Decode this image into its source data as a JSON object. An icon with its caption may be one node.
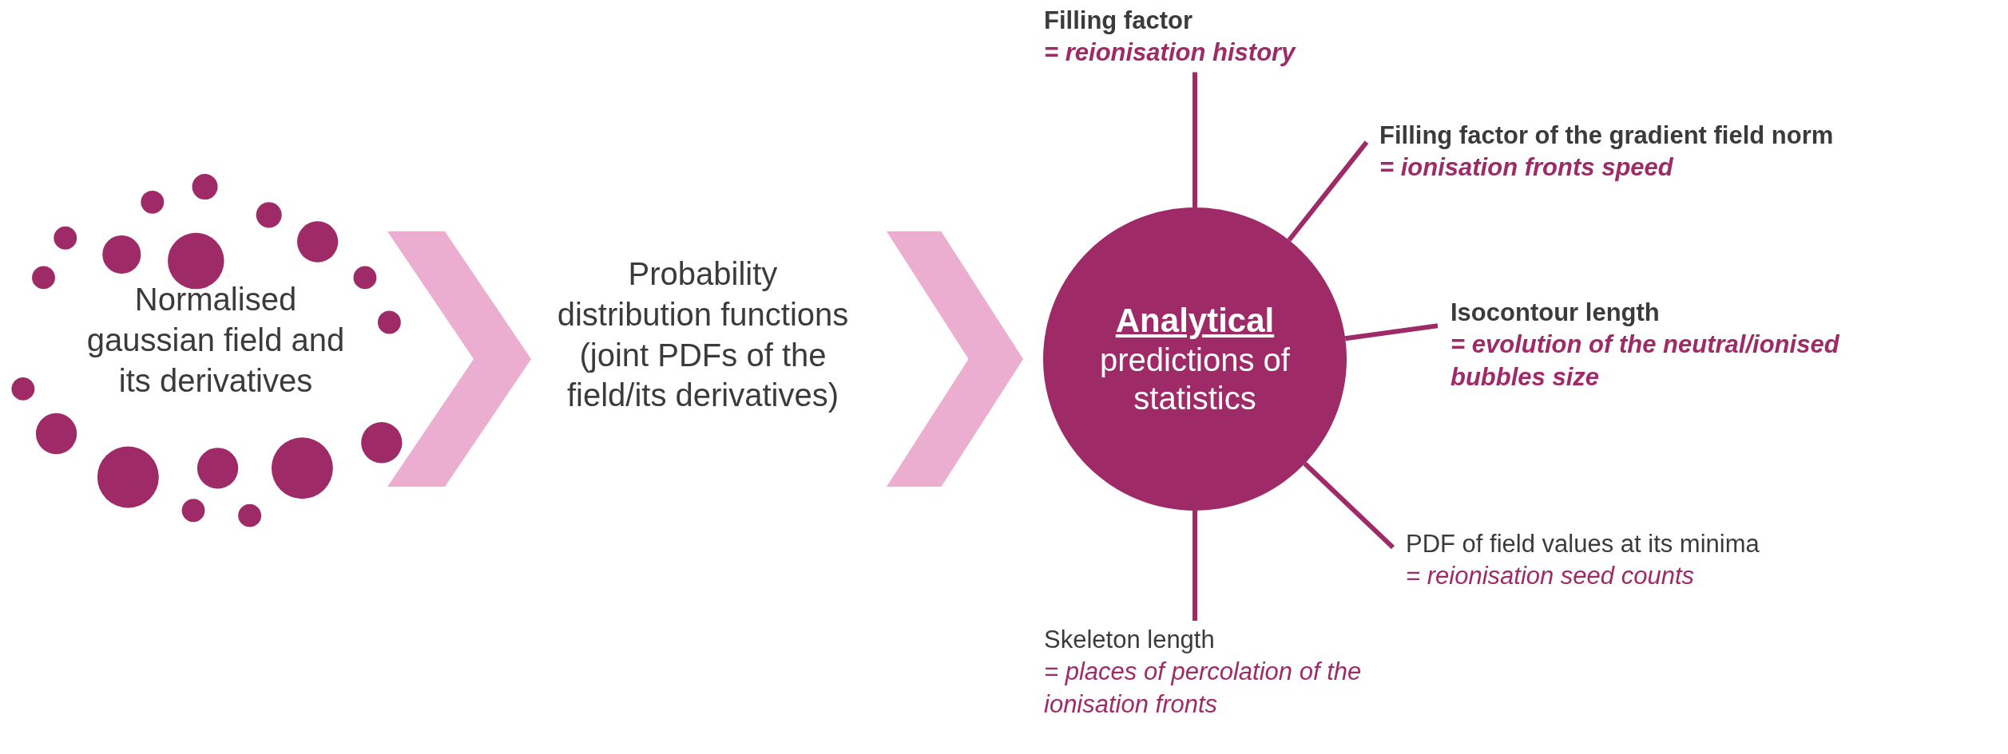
{
  "diagram": {
    "nodes": [
      {
        "text": [
          "Normalised gaussian field and its derivatives"
        ]
      },
      {
        "text": [
          "Probability distribution functions (joint PDFs of the field/its derivatives)"
        ]
      },
      {
        "text": [
          "Analytical",
          "predictions of statistics"
        ]
      },
      {
        "text": [
          "Filling factor",
          "= reionisation history"
        ]
      },
      {
        "text": [
          "Filling factor of the gradient field norm",
          "= ionisation fronts speed"
        ]
      },
      {
        "text": [
          "Isocontour length",
          "= evolution of the neutral/ionised bubbles size"
        ]
      },
      {
        "text": [
          "PDF of field values at its minima",
          "= reionisation seed counts"
        ]
      },
      {
        "text": [
          "Skeleton length",
          "= places of percolation of the ionisation fronts"
        ]
      }
    ],
    "edges": [
      {
        "from": 0,
        "to": 1,
        "arrow": "to",
        "style": "thick",
        "color": "#ebadd0"
      },
      {
        "from": 1,
        "to": 2,
        "arrow": "to",
        "style": "thick",
        "color": "#ebadd0"
      },
      {
        "from": 2,
        "to": 3,
        "arrow": "none"
      },
      {
        "from": 2,
        "to": 4,
        "arrow": "none"
      },
      {
        "from": 2,
        "to": 5,
        "arrow": "none"
      },
      {
        "from": 2,
        "to": 6,
        "arrow": "none"
      },
      {
        "from": 2,
        "to": 7,
        "arrow": "none"
      }
    ]
  }
}
